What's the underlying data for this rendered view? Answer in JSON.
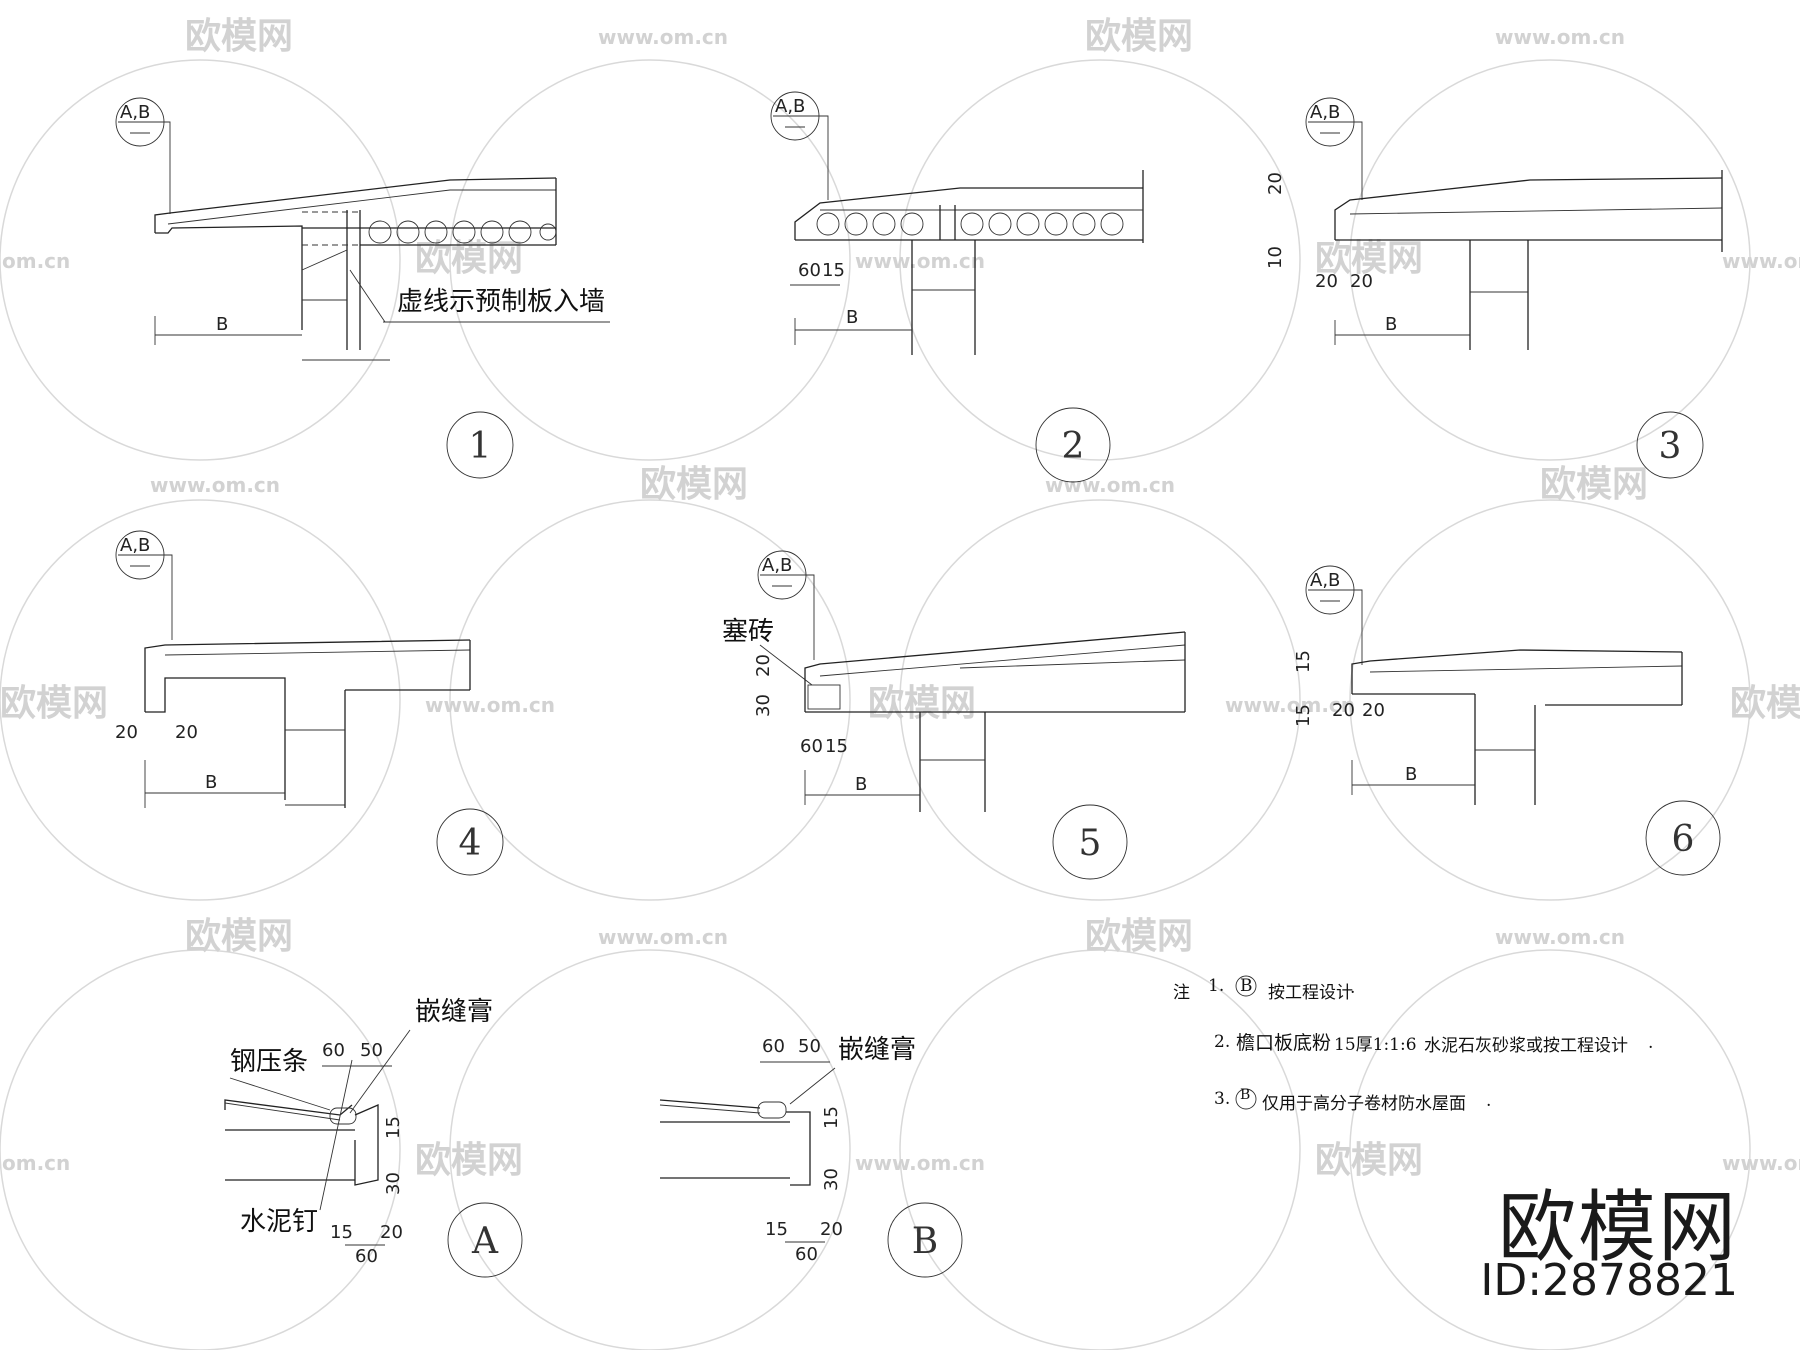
{
  "watermarks": {
    "site": "www.om.cn",
    "brand": "欧模网",
    "site_partial": "om.cn"
  },
  "details": [
    {
      "id": "1",
      "tag": "A,B",
      "dim_b": "B",
      "callout": "虚线示预制板入墙"
    },
    {
      "id": "2",
      "tag": "A,B",
      "dim_b": "B",
      "dims": [
        "60",
        "15"
      ]
    },
    {
      "id": "3",
      "tag": "A,B",
      "dim_b": "B",
      "dims": [
        "20",
        "10",
        "20",
        "20"
      ]
    },
    {
      "id": "4",
      "tag": "A,B",
      "dim_b": "B",
      "dims": [
        "20",
        "20"
      ]
    },
    {
      "id": "5",
      "tag": "A,B",
      "dim_b": "B",
      "dims": [
        "20",
        "30",
        "60",
        "15"
      ],
      "callout": "塞砖"
    },
    {
      "id": "6",
      "tag": "A,B",
      "dim_b": "B",
      "dims": [
        "15",
        "15",
        "20",
        "20"
      ]
    },
    {
      "id": "A",
      "labels": [
        "钢压条",
        "嵌缝膏",
        "水泥钉"
      ],
      "dims": [
        "60",
        "50",
        "15",
        "30",
        "15",
        "20",
        "60"
      ]
    },
    {
      "id": "B",
      "labels": [
        "嵌缝膏"
      ],
      "dims": [
        "60",
        "50",
        "15",
        "30",
        "15",
        "20",
        "60"
      ]
    }
  ],
  "notes": {
    "prefix": "注",
    "items": [
      {
        "num": "1.",
        "text_a": "B",
        "text_b": "按工程设计",
        "end": "."
      },
      {
        "num": "2.",
        "text_a": "檐口板底粉",
        "text_b": "15厚1:1:6",
        "text_c": "水泥石灰砂浆或按工程设计",
        "end": "."
      },
      {
        "num": "3.",
        "text_a": "B",
        "text_b": "仅用于高分子卷材防水屋面",
        "end": "."
      }
    ]
  },
  "brand_block": {
    "name": "欧模网",
    "id": "ID:2878821"
  }
}
